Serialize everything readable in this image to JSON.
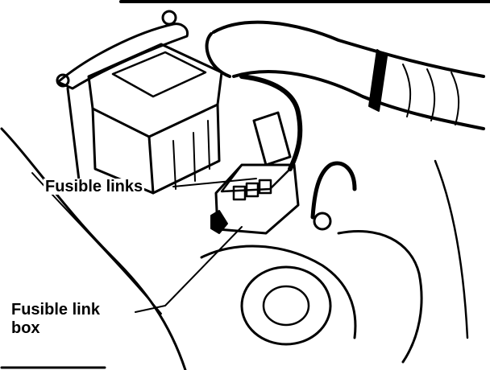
{
  "labels": {
    "fusible_links": "Fusible links",
    "fusible_link_box_line1": "Fusible link",
    "fusible_link_box_line2": "box"
  },
  "colors": {
    "ink": "#000000",
    "paper": "#ffffff"
  }
}
